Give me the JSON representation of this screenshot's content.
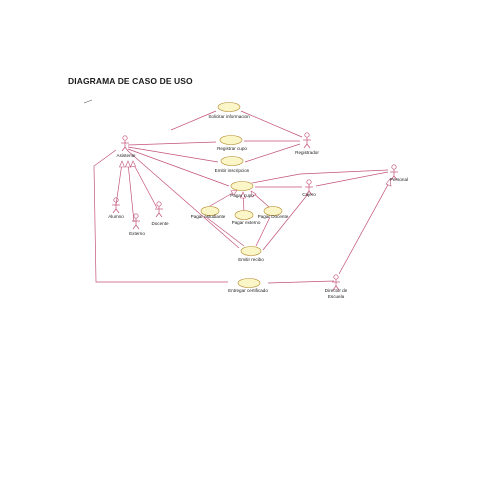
{
  "title": "DIAGRAMA DE CASO DE USO",
  "actors": {
    "asistente": "Asistente",
    "registrador": "Registrador",
    "cajero": "Cajero",
    "personal": "Personal",
    "alumno": "Alumno",
    "externo": "Externo",
    "docente": "Docente",
    "director": [
      "Director de",
      "Escuela"
    ]
  },
  "use_cases": {
    "solicitar_informacion": "Solicitar informacion",
    "registrar_cupo": "Registrar cupo",
    "emitir_inscripcion": "Emitir inscripcion",
    "pagar_cupo": "Pagar cupo",
    "pagar_estudiante": "Pagar estudiante",
    "pagar_externo": "Pagar externo",
    "pagar_docente": "Pagar Docente",
    "emitir_recibo": "Emitir recibo",
    "entregar_certificado": "Entregar certificado"
  },
  "colors": {
    "line": "#c2527a",
    "usecase_fill": "#fbf6c8",
    "usecase_stroke": "#b58a2a"
  }
}
